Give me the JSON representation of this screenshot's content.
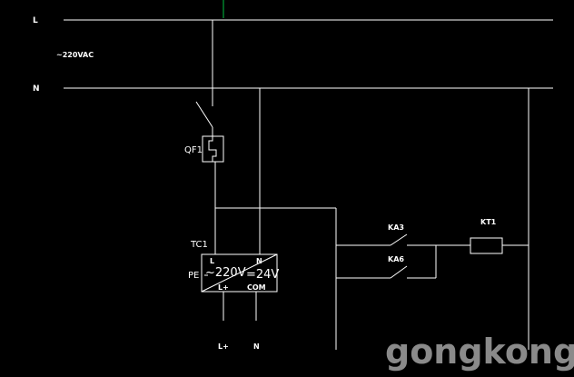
{
  "labels": {
    "line_l": "L",
    "line_n": "N",
    "supply": "~220VAC",
    "breaker": "QF1",
    "transformer": "TC1",
    "tc_in_l": "L",
    "tc_in_n": "N",
    "tc_pe": "PE",
    "tc_in_voltage": "~220V",
    "tc_out_voltage": "=24V",
    "tc_out_lplus": "L+",
    "tc_out_com": "COM",
    "out_lplus": "L+",
    "out_n": "N",
    "relay_ka3": "KA3",
    "relay_ka6": "KA6",
    "timer_coil": "KT1"
  },
  "watermark": "gongkong",
  "colors": {
    "background": "#000000",
    "wire": "#ffffff",
    "marker": "#00c040",
    "watermark": "#8a8a8a"
  }
}
